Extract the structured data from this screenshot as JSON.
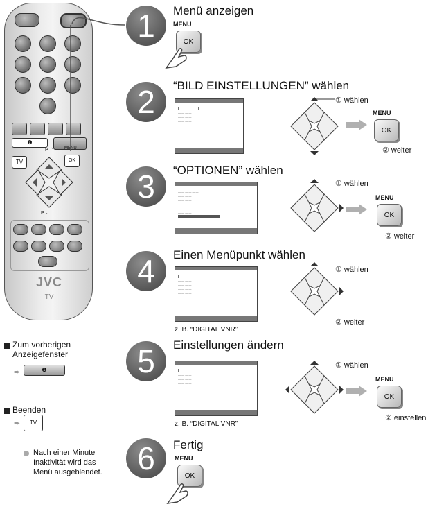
{
  "steps": [
    {
      "number": "1",
      "title": "Menü anzeigen"
    },
    {
      "number": "2",
      "title": "“BILD EINSTELLUNGEN” wählen"
    },
    {
      "number": "3",
      "title": "“OPTIONEN” wählen"
    },
    {
      "number": "4",
      "title": "Einen Menüpunkt wählen"
    },
    {
      "number": "5",
      "title": "Einstellungen ändern"
    },
    {
      "number": "6",
      "title": "Fertig"
    }
  ],
  "labels": {
    "menu": "MENU",
    "ok": "OK",
    "select": "① wählen",
    "next": "② weiter",
    "set": "② einstellen",
    "example": "z. B. “DIGITAL VNR”",
    "info_symbol": "❶",
    "tv": "TV"
  },
  "remote": {
    "brand": "JVC",
    "tv_label": "TV",
    "p_up": "P ⌃",
    "p_down": "P ⌄",
    "menu_key": "MENU",
    "ok_key": "OK"
  },
  "notes": {
    "back_title": "Zum vorherigen Anzeigefenster",
    "exit_title": "Beenden",
    "timeout": "Nach einer Minute Inaktivität wird das Menü ausgeblendet."
  },
  "colors": {
    "circle": "#666666",
    "arrow": "#b0b0b0"
  }
}
